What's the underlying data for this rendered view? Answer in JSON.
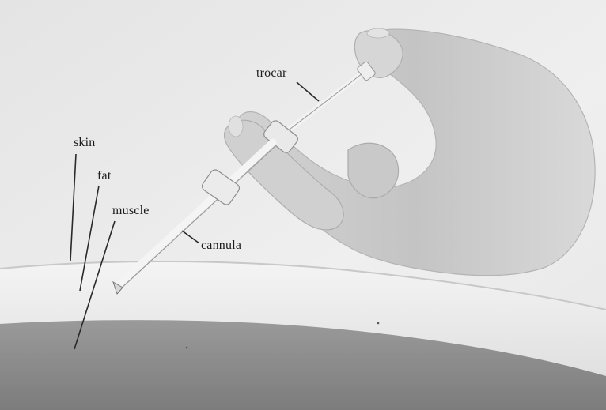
{
  "labels": {
    "trocar": "trocar",
    "skin": "skin",
    "fat": "fat",
    "muscle": "muscle",
    "cannula": "cannula"
  }
}
